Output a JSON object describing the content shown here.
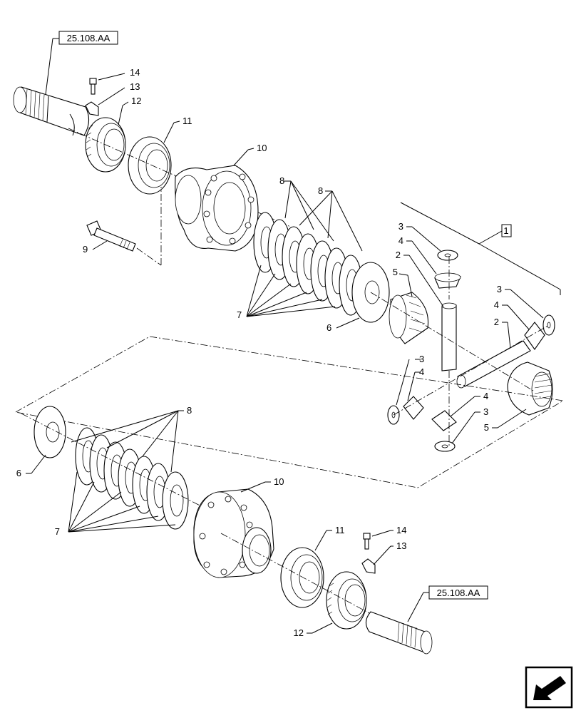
{
  "diagram": {
    "references": {
      "top_ref": "25.108.AA",
      "bottom_ref": "25.108.AA",
      "assembly_box": "1"
    },
    "callouts": {
      "c14_top": "14",
      "c13_top": "13",
      "c12_top": "12",
      "c11_top": "11",
      "c10_top": "10",
      "c9": "9",
      "c8_a": "8",
      "c8_b": "8",
      "c7_top": "7",
      "c6_top": "6",
      "c3_a": "3",
      "c4_a": "4",
      "c2_a": "2",
      "c5_a": "5",
      "c3_b": "3",
      "c4_b": "4",
      "c2_b": "2",
      "c3_c": "3",
      "c4_c": "4",
      "c4_d": "4",
      "c3_d": "3",
      "c5_b": "5",
      "c8_bottom": "8",
      "c6_bottom": "6",
      "c7_bottom": "7",
      "c10_bottom": "10",
      "c11_bottom": "11",
      "c14_bottom": "14",
      "c13_bottom": "13",
      "c12_bottom": "12"
    },
    "icons": {
      "nav": "arrow-nav-icon"
    }
  }
}
